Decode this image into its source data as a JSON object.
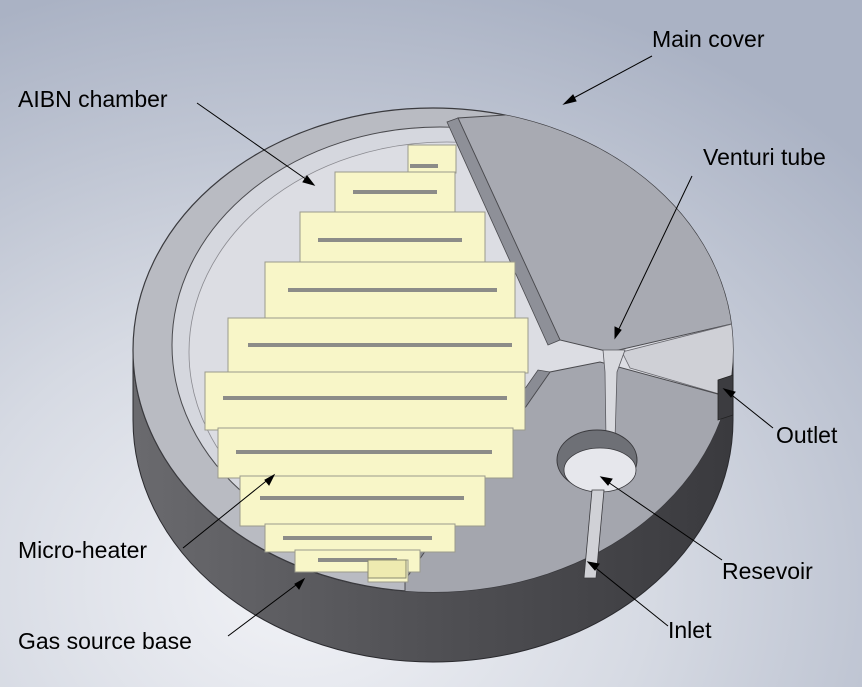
{
  "labels": {
    "main_cover": "Main cover",
    "aibn_chamber": "AIBN chamber",
    "venturi_tube": "Venturi tube",
    "outlet": "Outlet",
    "micro_heater": "Micro-heater",
    "resevoir": "Resevoir",
    "inlet": "Inlet",
    "gas_source_base": "Gas source base"
  },
  "colors": {
    "heater": "#f8f6c8",
    "cover": "#aeb0b8",
    "base_side": "#5a5a5e",
    "background": "#c4cad6"
  }
}
